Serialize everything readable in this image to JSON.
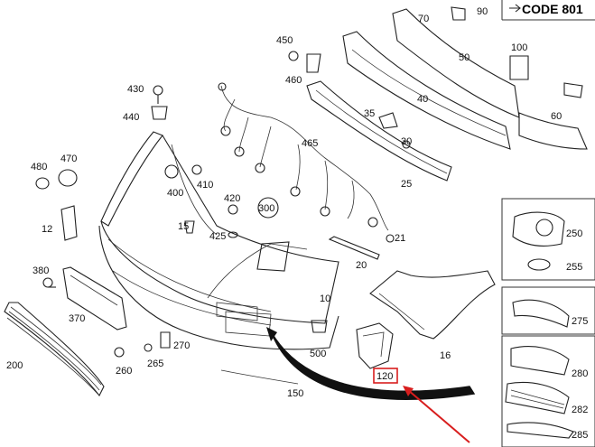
{
  "header": {
    "code_label": "CODE 801"
  },
  "callouts": {
    "p10": "10",
    "p12": "12",
    "p15": "15",
    "p16": "16",
    "p20": "20",
    "p21": "21",
    "p25": "25",
    "p30": "30",
    "p35": "35",
    "p40": "40",
    "p50": "50",
    "p60": "60",
    "p70": "70",
    "p90": "90",
    "p100": "100",
    "p120": "120",
    "p150": "150",
    "p200": "200",
    "p250": "250",
    "p255": "255",
    "p260": "260",
    "p265": "265",
    "p270": "270",
    "p275": "275",
    "p280": "280",
    "p282": "282",
    "p285": "285",
    "p300": "300",
    "p370": "370",
    "p380": "380",
    "p400": "400",
    "p410": "410",
    "p420": "420",
    "p425": "425",
    "p430": "430",
    "p440": "440",
    "p450": "450",
    "p460": "460",
    "p465": "465",
    "p470": "470",
    "p480": "480",
    "p500": "500"
  },
  "colors": {
    "highlight": "#d81e1e",
    "ink": "#222222",
    "panel_border": "#333333"
  },
  "highlighted_part": "120"
}
